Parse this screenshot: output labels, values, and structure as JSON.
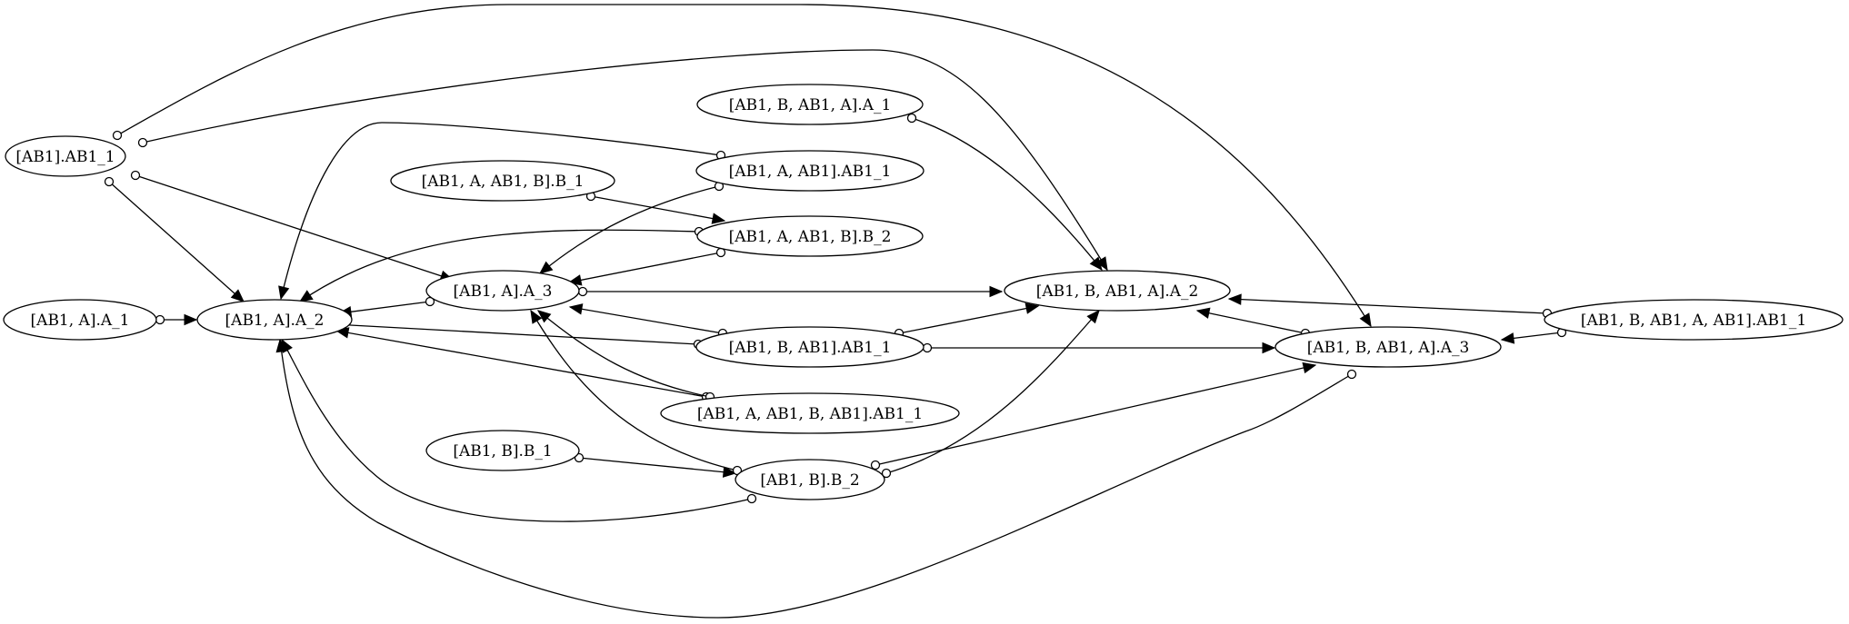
{
  "nodes": [
    {
      "id": "ab1_ab1_1",
      "label": "[AB1].AB1_1"
    },
    {
      "id": "ab1_a_a_1",
      "label": "[AB1, A].A_1"
    },
    {
      "id": "ab1_a_a_2",
      "label": "[AB1, A].A_2"
    },
    {
      "id": "ab1_a_ab1_b_b_1",
      "label": "[AB1, A, AB1, B].B_1"
    },
    {
      "id": "ab1_a_a_3",
      "label": "[AB1, A].A_3"
    },
    {
      "id": "ab1_b_b_1",
      "label": "[AB1, B].B_1"
    },
    {
      "id": "ab1_b_ab1_a_a_1",
      "label": "[AB1, B, AB1, A].A_1"
    },
    {
      "id": "ab1_a_ab1_ab1_1",
      "label": "[AB1, A, AB1].AB1_1"
    },
    {
      "id": "ab1_a_ab1_b_b_2",
      "label": "[AB1, A, AB1, B].B_2"
    },
    {
      "id": "ab1_b_ab1_ab1_1",
      "label": "[AB1, B, AB1].AB1_1"
    },
    {
      "id": "ab1_a_ab1_b_ab1_ab1_1",
      "label": "[AB1, A, AB1, B, AB1].AB1_1"
    },
    {
      "id": "ab1_b_b_2",
      "label": "[AB1, B].B_2"
    },
    {
      "id": "ab1_b_ab1_a_a_2",
      "label": "[AB1, B, AB1, A].A_2"
    },
    {
      "id": "ab1_b_ab1_a_a_3",
      "label": "[AB1, B, AB1, A].A_3"
    },
    {
      "id": "ab1_b_ab1_a_ab1_ab1_1",
      "label": "[AB1, B, AB1, A, AB1].AB1_1"
    }
  ],
  "edges": [
    {
      "from": "ab1_ab1_1",
      "to": "ab1_b_ab1_a_a_3"
    },
    {
      "from": "ab1_ab1_1",
      "to": "ab1_b_ab1_a_a_2"
    },
    {
      "from": "ab1_ab1_1",
      "to": "ab1_a_a_2"
    },
    {
      "from": "ab1_ab1_1",
      "to": "ab1_a_a_3"
    },
    {
      "from": "ab1_a_a_1",
      "to": "ab1_a_a_2"
    },
    {
      "from": "ab1_a_a_3",
      "to": "ab1_a_a_2"
    },
    {
      "from": "ab1_a_a_3",
      "to": "ab1_b_ab1_a_a_2"
    },
    {
      "from": "ab1_b_ab1_a_a_1",
      "to": "ab1_b_ab1_a_a_2"
    },
    {
      "from": "ab1_a_ab1_ab1_1",
      "to": "ab1_a_a_2"
    },
    {
      "from": "ab1_a_ab1_ab1_1",
      "to": "ab1_a_a_3"
    },
    {
      "from": "ab1_a_ab1_b_b_1",
      "to": "ab1_a_ab1_b_b_2"
    },
    {
      "from": "ab1_a_ab1_b_b_2",
      "to": "ab1_a_a_2"
    },
    {
      "from": "ab1_a_ab1_b_b_2",
      "to": "ab1_a_a_3"
    },
    {
      "from": "ab1_b_ab1_ab1_1",
      "to": "ab1_a_a_2"
    },
    {
      "from": "ab1_b_ab1_ab1_1",
      "to": "ab1_a_a_3"
    },
    {
      "from": "ab1_b_ab1_ab1_1",
      "to": "ab1_b_ab1_a_a_2"
    },
    {
      "from": "ab1_b_ab1_ab1_1",
      "to": "ab1_b_ab1_a_a_3"
    },
    {
      "from": "ab1_a_ab1_b_ab1_ab1_1",
      "to": "ab1_a_a_2"
    },
    {
      "from": "ab1_a_ab1_b_ab1_ab1_1",
      "to": "ab1_a_a_3"
    },
    {
      "from": "ab1_b_b_1",
      "to": "ab1_b_b_2"
    },
    {
      "from": "ab1_b_b_2",
      "to": "ab1_a_a_2"
    },
    {
      "from": "ab1_b_b_2",
      "to": "ab1_a_a_3"
    },
    {
      "from": "ab1_b_b_2",
      "to": "ab1_b_ab1_a_a_2"
    },
    {
      "from": "ab1_b_b_2",
      "to": "ab1_b_ab1_a_a_3"
    },
    {
      "from": "ab1_b_ab1_a_a_3",
      "to": "ab1_b_ab1_a_a_2"
    },
    {
      "from": "ab1_b_ab1_a_a_3",
      "to": "ab1_a_a_2"
    },
    {
      "from": "ab1_b_ab1_a_ab1_ab1_1",
      "to": "ab1_b_ab1_a_a_2"
    },
    {
      "from": "ab1_b_ab1_a_ab1_ab1_1",
      "to": "ab1_b_ab1_a_a_3"
    }
  ]
}
